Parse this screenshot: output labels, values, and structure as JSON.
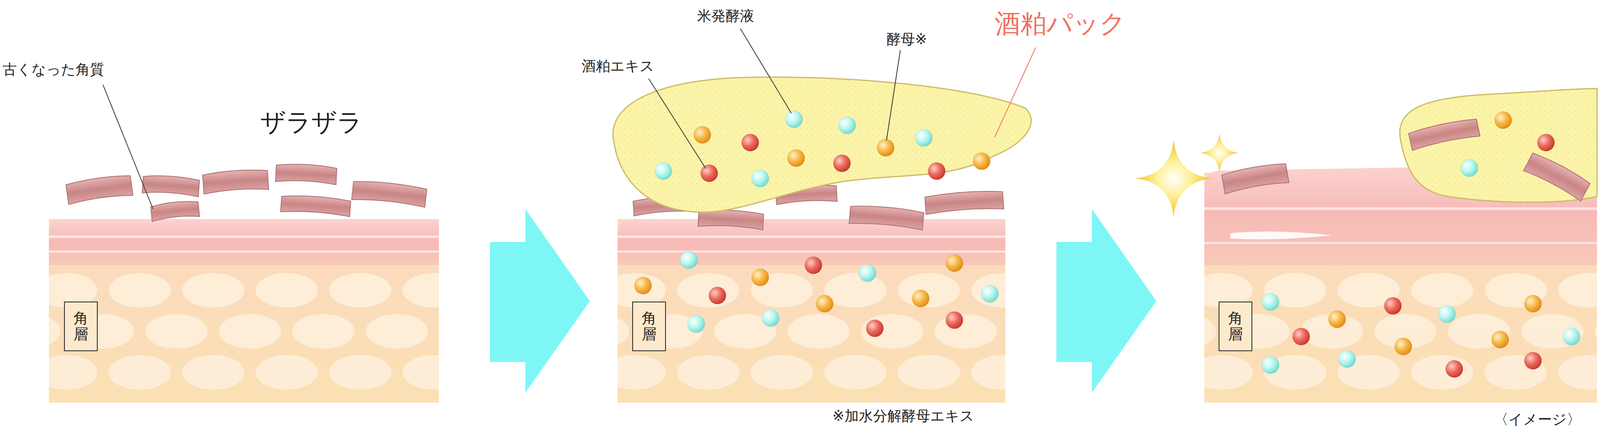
{
  "diagram": {
    "nodes": [
      {
        "text": [
          "角層"
        ]
      },
      {
        "text": [
          "角層"
        ]
      },
      {
        "text": [
          "角層"
        ]
      }
    ],
    "labels": [
      "古くなった角質",
      "ザラザラ",
      "米発酵液",
      "酵母※",
      "酒粕エキス",
      "酒粕パック",
      "※加水分解酵母エキス",
      "〈イメージ〉"
    ]
  }
}
